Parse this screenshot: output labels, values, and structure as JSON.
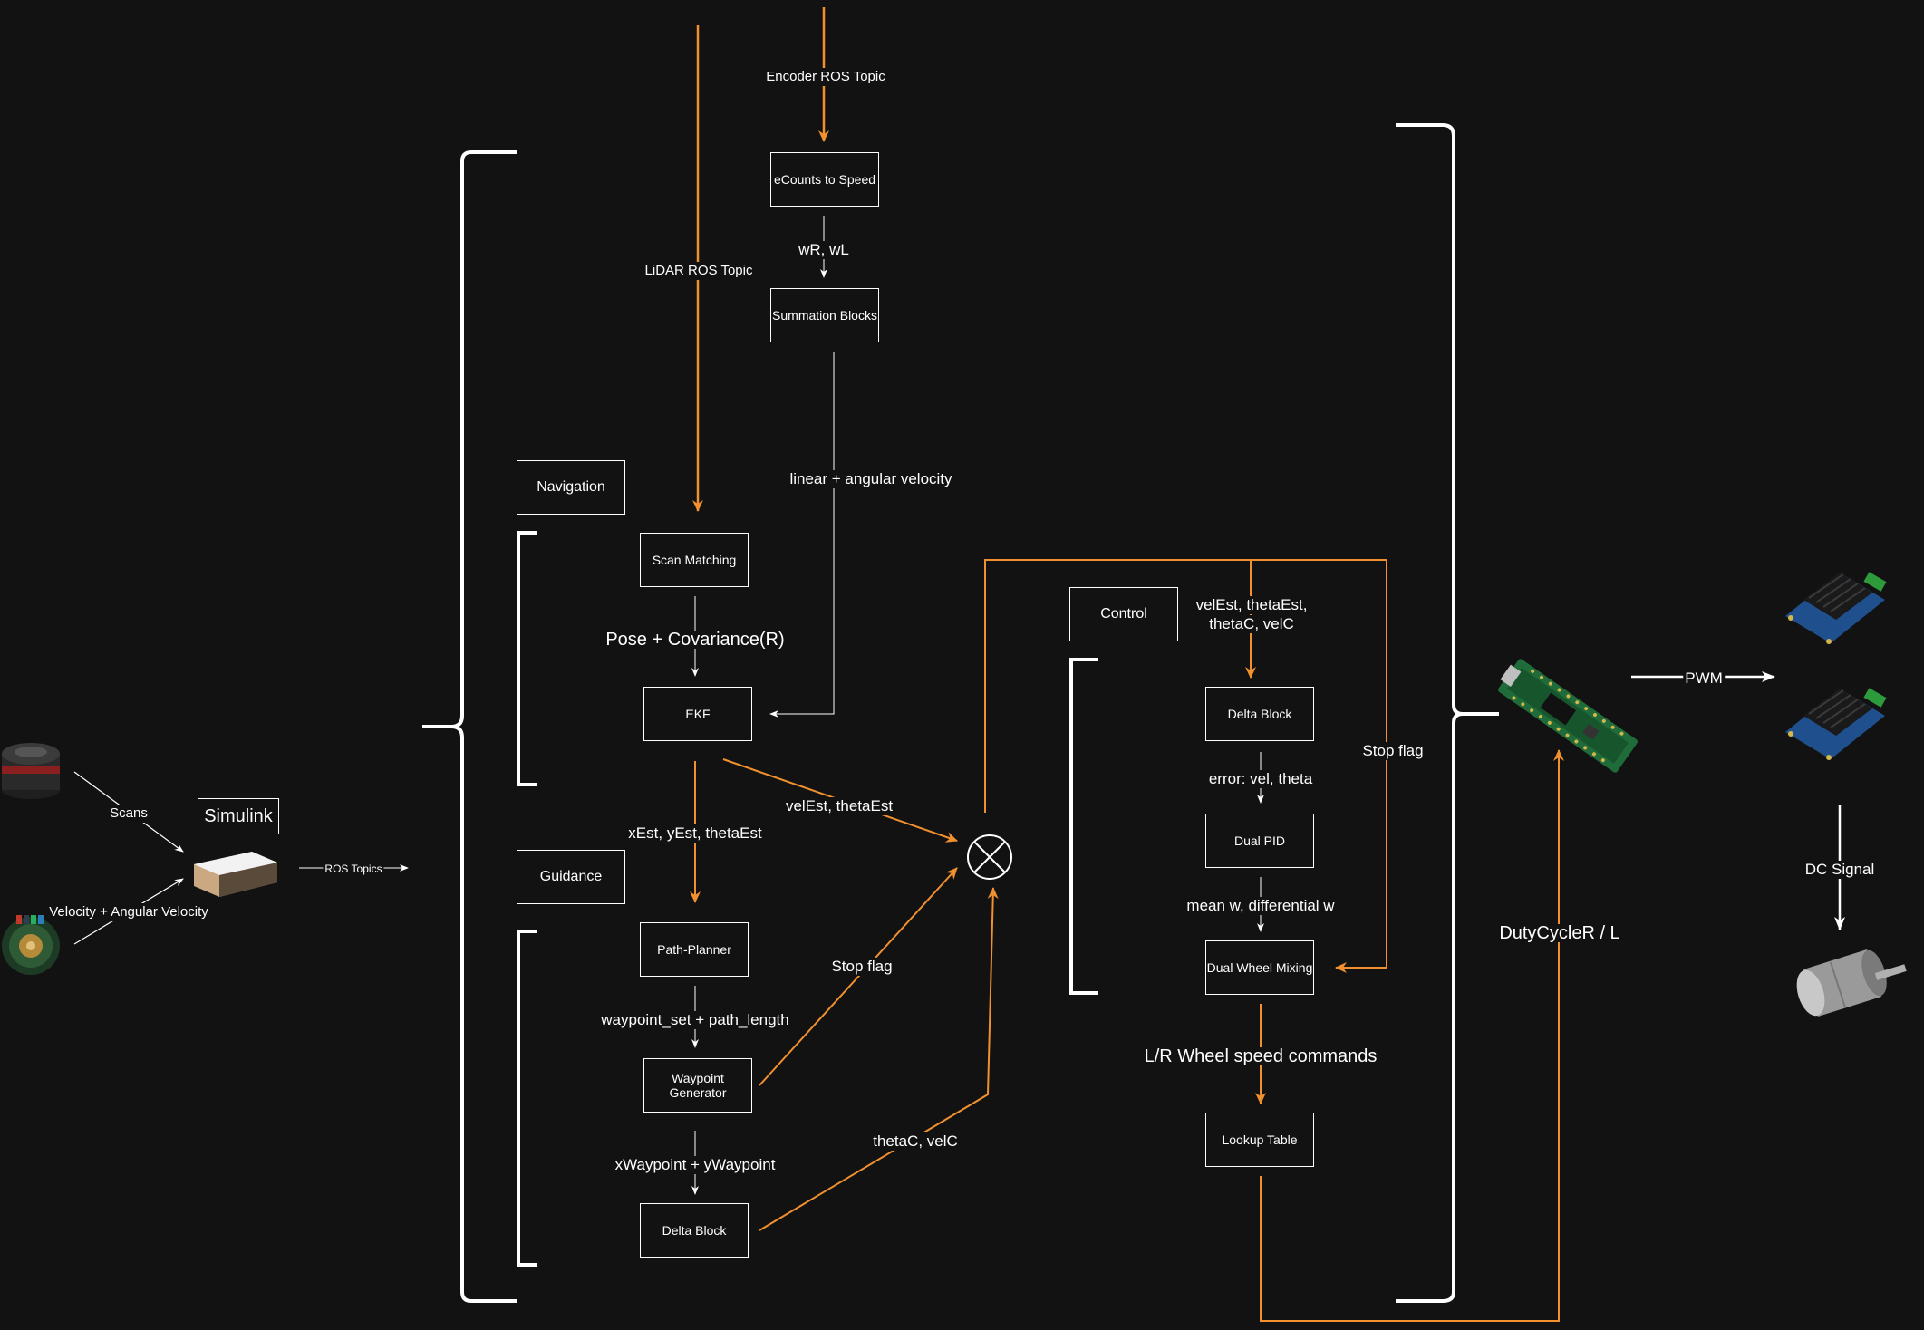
{
  "blocks": {
    "ecounts_to_speed": "eCounts to Speed",
    "summation_blocks": "Summation Blocks",
    "navigation": "Navigation",
    "scan_matching": "Scan Matching",
    "ekf": "EKF",
    "guidance": "Guidance",
    "path_planner": "Path-Planner",
    "waypoint_generator": "Waypoint Generator",
    "delta_block_guidance": "Delta Block",
    "control": "Control",
    "delta_block_control": "Delta Block",
    "dual_pid": "Dual PID",
    "dual_wheel_mixing": "Dual Wheel Mixing",
    "lookup_table": "Lookup Table",
    "simulink": "Simulink"
  },
  "labels": {
    "encoder_topic": "Encoder ROS Topic",
    "lidar_topic": "LiDAR ROS Topic",
    "wr_wl": "wR, wL",
    "lin_ang_velocity": "linear + angular velocity",
    "pose_cov": "Pose + Covariance(R)",
    "vel_theta_est": "velEst, thetaEst",
    "x_y_theta_est": "xEst, yEst, thetaEst",
    "waypoint_set": "waypoint_set + path_length",
    "x_y_waypoint": "xWaypoint + yWaypoint",
    "stop_flag_guidance": "Stop flag",
    "theta_vel_c": "thetaC, velC",
    "control_inputs_line1": "velEst, thetaEst,",
    "control_inputs_line2": "thetaC, velC",
    "error_vel_theta": "error: vel, theta",
    "mean_diff_w": "mean w, differential w",
    "lr_wheel_cmds": "L/R Wheel speed commands",
    "stop_flag_control": "Stop flag",
    "duty_cycle": "DutyCycleR / L",
    "pwm": "PWM",
    "dc_signal": "DC Signal",
    "scans": "Scans",
    "vel_ang_vel": "Velocity + Angular Velocity",
    "ros_topics": "ROS Topics"
  },
  "colors": {
    "background": "#121212",
    "signal_white": "#ffffff",
    "signal_orange": "#f0902f"
  },
  "icons": {
    "lidar": "lidar-sensor-icon",
    "encoder": "wheel-encoder-icon",
    "computer": "mini-pc-icon",
    "microcontroller": "teensy-board-icon",
    "motor_driver": "motor-driver-board-icon",
    "dc_motor": "dc-gear-motor-icon",
    "summing_junction": "summing-junction-icon"
  }
}
